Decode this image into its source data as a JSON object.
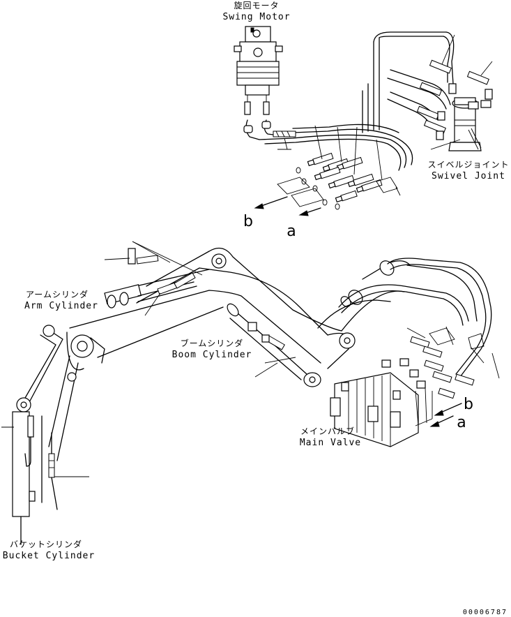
{
  "labels": {
    "swing_motor_jp": "旋回モータ",
    "swing_motor_en": "Swing Motor",
    "swivel_joint_jp": "スイベルジョイント",
    "swivel_joint_en": "Swivel Joint",
    "arm_cylinder_jp": "アームシリンダ",
    "arm_cylinder_en": "Arm Cylinder",
    "boom_cylinder_jp": "ブームシリンダ",
    "boom_cylinder_en": "Boom Cylinder",
    "main_valve_jp": "メインバルブ",
    "main_valve_en": "Main Valve",
    "bucket_cylinder_jp": "バケットシリンダ",
    "bucket_cylinder_en": "Bucket Cylinder"
  },
  "refs": {
    "top_b": "b",
    "top_a": "a",
    "bottom_b": "b",
    "bottom_a": "a"
  },
  "doc_number": "00006787"
}
